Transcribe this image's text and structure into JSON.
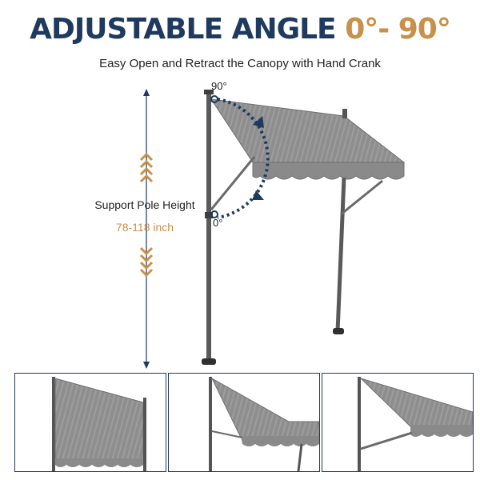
{
  "title": {
    "main": "ADJUSTABLE ANGLE",
    "accent": "0°- 90°"
  },
  "subtitle": "Easy Open and Retract the Canopy with Hand Crank",
  "height": {
    "label": "Support Pole Height",
    "value": "78-118 inch"
  },
  "angles": {
    "top": "90°",
    "bottom": "0°"
  },
  "colors": {
    "navy": "#1f3a5f",
    "gold": "#c9904a",
    "canopy": "#8e8e8e",
    "pole": "#555555"
  },
  "panels": [
    {
      "name": "position-vertical"
    },
    {
      "name": "position-angled"
    },
    {
      "name": "position-extended"
    }
  ]
}
